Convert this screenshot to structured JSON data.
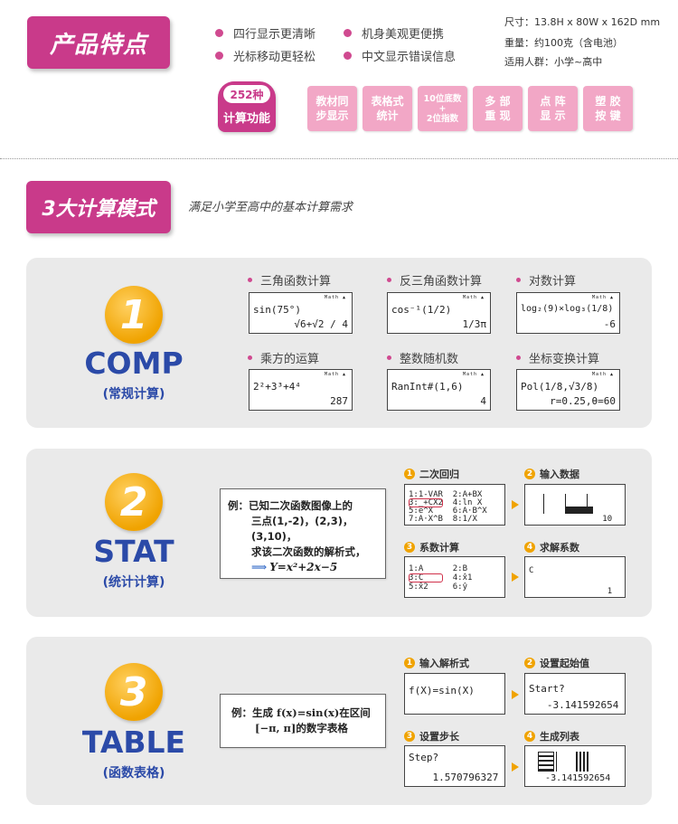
{
  "header": {
    "title": "产品特点",
    "features": [
      "四行显示更清晰",
      "机身美观更便携",
      "光标移动更轻松",
      "中文显示错误信息"
    ],
    "specs": {
      "size": "尺寸：13.8H x 80W x 162D mm",
      "weight": "重量：约100克（含电池）",
      "users": "适用人群：小学~高中"
    },
    "count_badge": {
      "top": "252种",
      "bottom": "计算功能"
    },
    "tags": [
      "教材同\n步显示",
      "表格式\n统计",
      "10位底数\n+\n2位指数",
      "多 部\n重 现",
      "点 阵\n显 示",
      "塑 胶\n按 键"
    ]
  },
  "modes_section": {
    "title": "3大计算模式",
    "subtitle": "满足小学至高中的基本计算需求"
  },
  "comp": {
    "num": "1",
    "name": "COMP",
    "cn": "(常规计算)",
    "features": [
      {
        "label": "三角函数计算",
        "l1": "sin(75°)",
        "l2": "√6+√2 / 4"
      },
      {
        "label": "反三角函数计算",
        "l1": "cos⁻¹(1/2)",
        "l2": "1/3π"
      },
      {
        "label": "对数计算",
        "l1": "log₂(9)×log₃(1/8)",
        "l2": "-6"
      },
      {
        "label": "乘方的运算",
        "l1": "2²+3³+4⁴",
        "l2": "287"
      },
      {
        "label": "整数随机数",
        "l1": "RanInt#(1,6)",
        "l2": "4"
      },
      {
        "label": "坐标变换计算",
        "l1": "Pol(1/8,√3/8)",
        "l2": "r=0.25,θ=60"
      }
    ],
    "indicator": "Math ▲"
  },
  "stat": {
    "num": "2",
    "name": "STAT",
    "cn": "(统计计算)",
    "example": {
      "prefix": "例：",
      "line1": "已知二次函数图像上的",
      "line2": "三点(1,-2)，(2,3)，(3,10)，",
      "line3": "求该二次函数的解析式，",
      "result": "Y=x²+2x−5"
    },
    "steps": [
      {
        "n": "1",
        "label": "二次回归",
        "rows": [
          "1:1-VAR  2:A+BX",
          "3:_+CX2  4:ln X",
          "5:e^X    6:A·B^X",
          "7:A·X^B  8:1/X"
        ]
      },
      {
        "n": "2",
        "label": "输入数据",
        "rows": [
          "",
          "",
          "",
          "               10"
        ]
      },
      {
        "n": "3",
        "label": "系数计算",
        "rows": [
          "1:A      2:B",
          "3:C      4:x̂1",
          "5:x̂2     6:ŷ",
          ""
        ]
      },
      {
        "n": "4",
        "label": "求解系数",
        "rows": [
          "C",
          "",
          "",
          "                1"
        ]
      }
    ]
  },
  "table": {
    "num": "3",
    "name": "TABLE",
    "cn": "(函数表格)",
    "example": {
      "prefix": "例：",
      "line1": "生成 f(x)=sin(x)在区间",
      "line2": "[−π, π]的数字表格"
    },
    "steps": [
      {
        "n": "1",
        "label": "输入解析式",
        "rows": [
          "f(X)=sin(X)",
          "",
          "",
          ""
        ]
      },
      {
        "n": "2",
        "label": "设置起始值",
        "rows": [
          "Start?",
          "",
          "",
          "   -3.141592654"
        ]
      },
      {
        "n": "3",
        "label": "设置步长",
        "rows": [
          "Step?",
          "",
          "",
          "    1.570796327"
        ]
      },
      {
        "n": "4",
        "label": "生成列表",
        "rows": [
          "",
          "",
          "",
          "   -3.141592654"
        ]
      }
    ]
  }
}
